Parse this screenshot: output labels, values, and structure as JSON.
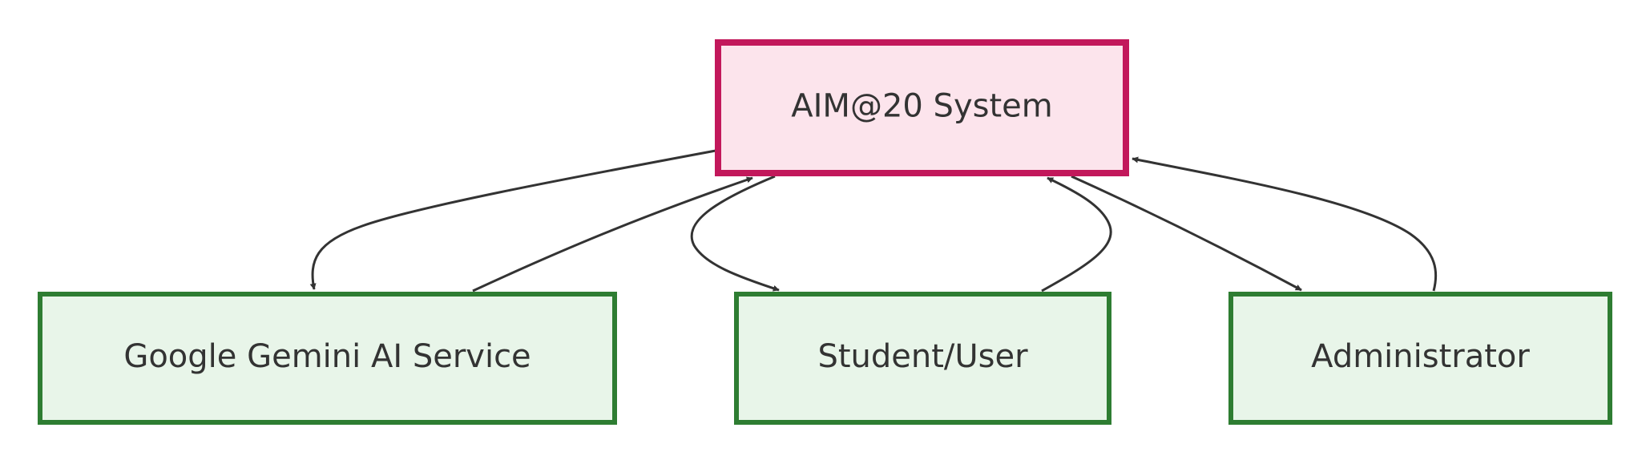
{
  "diagram": {
    "type": "flowchart",
    "colors": {
      "system_fill": "#fce4ec",
      "system_stroke": "#c2185b",
      "actor_fill": "#e8f5e9",
      "actor_stroke": "#2e7d32",
      "edge": "#333333",
      "text": "#333333"
    },
    "nodes": {
      "system": {
        "id": "system",
        "label": "AIM@20 System",
        "kind": "system"
      },
      "gemini": {
        "id": "gemini",
        "label": "Google Gemini AI Service",
        "kind": "external"
      },
      "student": {
        "id": "student",
        "label": "Student/User",
        "kind": "actor"
      },
      "admin": {
        "id": "admin",
        "label": "Administrator",
        "kind": "actor"
      }
    },
    "edges": [
      {
        "from": "system",
        "to": "gemini"
      },
      {
        "from": "gemini",
        "to": "system"
      },
      {
        "from": "system",
        "to": "student"
      },
      {
        "from": "student",
        "to": "system"
      },
      {
        "from": "system",
        "to": "admin"
      },
      {
        "from": "admin",
        "to": "system"
      }
    ]
  }
}
